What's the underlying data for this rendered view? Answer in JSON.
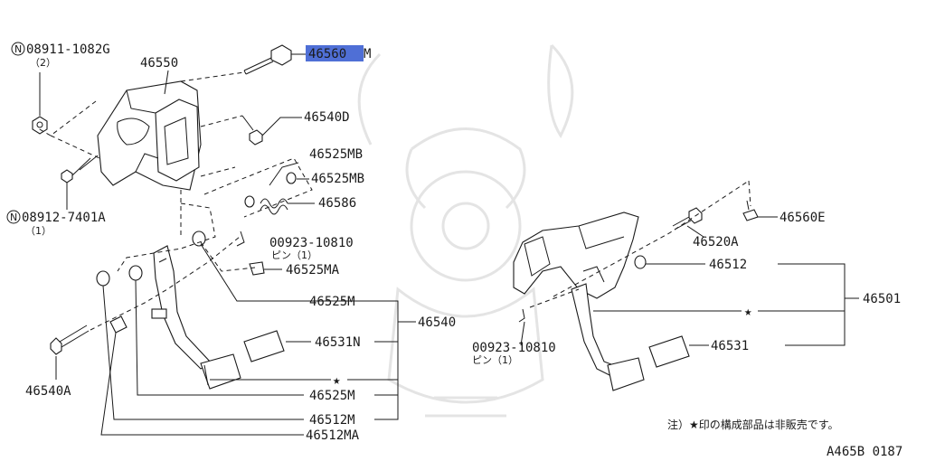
{
  "diagram": {
    "code": "A465B 0187",
    "note": "注）★印の構成部品は非販売です。",
    "star": "★",
    "pin_sub": "ピン（1）",
    "labels": {
      "nut_code": "08911-1082G",
      "nut_qty": "（2）",
      "bolt_code": "08912-7401A",
      "bolt_qty": "（1）",
      "bracket": "46550",
      "top_bolt": "46560",
      "top_bolt_suffix": "M",
      "bolt_40d": "46540D",
      "mb1": "46525MB",
      "mb2": "46525MB",
      "spring": "46586",
      "pin_left": "00923-10810",
      "ma": "46525MA",
      "m1": "46525M",
      "pad_n": "46531N",
      "assy_40": "46540",
      "m2": "46525M",
      "m3": "46512M",
      "ma2": "46512MA",
      "bolt_40a": "46540A",
      "clip_60e": "46560E",
      "bolt_20a": "46520A",
      "bush_12": "46512",
      "assy_01": "46501",
      "pin_right": "00923-10810",
      "pad_31": "46531"
    }
  }
}
